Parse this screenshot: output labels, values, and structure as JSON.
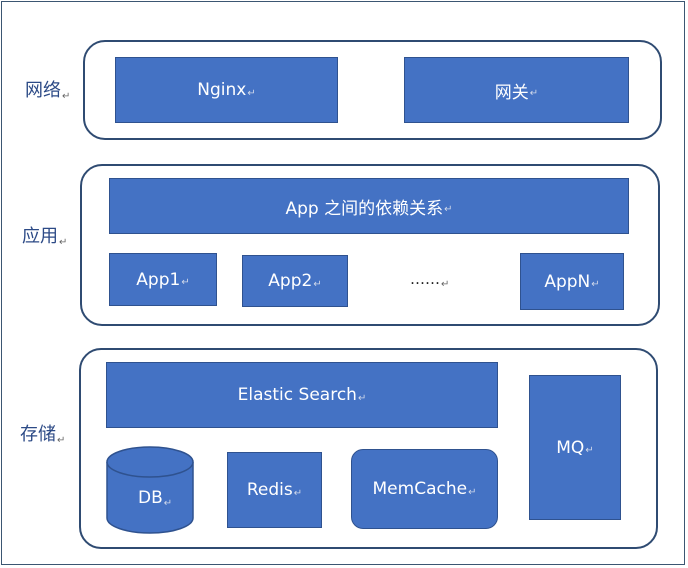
{
  "diagram": {
    "mark": "↵",
    "network": {
      "label": "网络",
      "nginx": "Nginx",
      "gateway": "网关"
    },
    "application": {
      "label": "应用",
      "dependency": "App 之间的依赖关系",
      "app1": "App1",
      "app2": "App2",
      "ellipsis": "……",
      "appn": "AppN"
    },
    "storage": {
      "label": "存储",
      "elastic": "Elastic Search",
      "mq": "MQ",
      "db": "DB",
      "redis": "Redis",
      "memcache": "MemCache"
    },
    "colors": {
      "box_fill": "#4472c4",
      "box_border": "#2f528f",
      "layer_border": "#2f4b72",
      "label_text": "#2c4a86"
    }
  }
}
